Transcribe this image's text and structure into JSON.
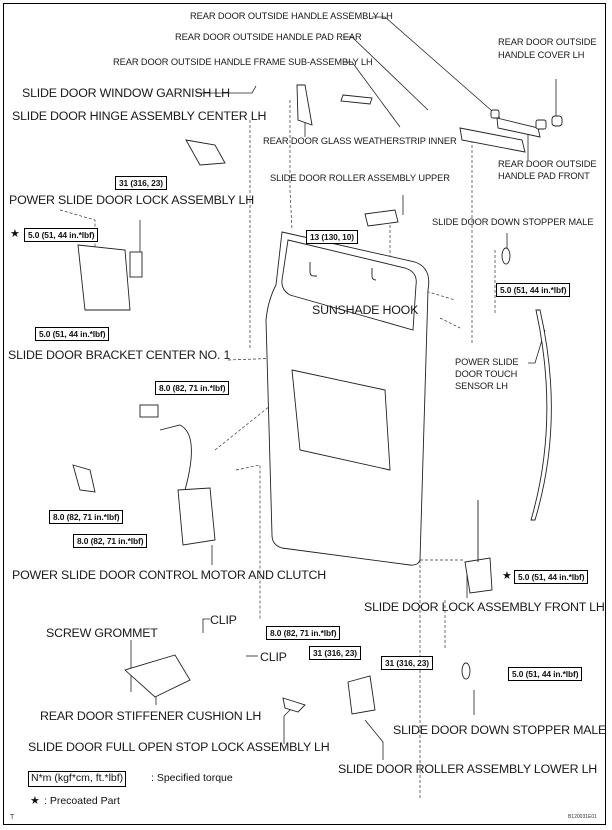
{
  "diagram": {
    "type": "exploded-parts-view",
    "subject": "Slide door (LH) components",
    "figure_id": "B120031E01",
    "corner_mark": "T"
  },
  "parts": {
    "rear_door_outside_handle_assembly": "REAR DOOR OUTSIDE HANDLE ASSEMBLY LH",
    "rear_door_outside_handle_pad_rear": "REAR DOOR OUTSIDE HANDLE PAD REAR",
    "rear_door_outside_handle_frame": "REAR DOOR OUTSIDE HANDLE FRAME SUB-ASSEMBLY LH",
    "rear_door_outside_handle_cover_l1": "REAR DOOR OUTSIDE",
    "rear_door_outside_handle_cover_l2": "HANDLE COVER LH",
    "slide_door_window_garnish": "SLIDE DOOR WINDOW GARNISH LH",
    "slide_door_hinge_center": "SLIDE DOOR HINGE ASSEMBLY CENTER LH",
    "rear_door_glass_weatherstrip": "REAR DOOR GLASS WEATHERSTRIP INNER",
    "rear_door_outside_handle_pad_front_l1": "REAR DOOR OUTSIDE",
    "rear_door_outside_handle_pad_front_l2": "HANDLE PAD FRONT",
    "slide_door_roller_upper": "SLIDE DOOR ROLLER ASSEMBLY UPPER",
    "power_slide_door_lock": "POWER SLIDE DOOR LOCK ASSEMBLY LH",
    "slide_door_down_stopper_male_upper": "SLIDE DOOR DOWN STOPPER MALE",
    "sunshade_hook": "SUNSHADE HOOK",
    "slide_door_bracket_center": "SLIDE DOOR BRACKET CENTER NO. 1",
    "touch_sensor_l1": "POWER SLIDE",
    "touch_sensor_l2": "DOOR TOUCH",
    "touch_sensor_l3": "SENSOR LH",
    "control_motor_clutch": "POWER SLIDE DOOR CONTROL MOTOR AND CLUTCH",
    "slide_door_lock_front": "SLIDE DOOR LOCK ASSEMBLY FRONT LH",
    "clip_1": "CLIP",
    "clip_2": "CLIP",
    "screw_grommet": "SCREW GROMMET",
    "stiffener_cushion": "REAR DOOR STIFFENER CUSHION LH",
    "slide_door_down_stopper_male_lower": "SLIDE DOOR DOWN STOPPER MALE",
    "full_open_stop_lock": "SLIDE DOOR FULL OPEN STOP LOCK ASSEMBLY LH",
    "roller_lower": "SLIDE DOOR ROLLER ASSEMBLY LOWER LH"
  },
  "torques": {
    "hinge_center": "31 (316, 23)",
    "roller_upper": "13 (130, 10)",
    "lock_assembly_top": "5.0 (51, 44 in.*lbf)",
    "lock_assembly_bottom": "5.0 (51, 44 in.*lbf)",
    "down_stopper_upper": "5.0 (51, 44 in.*lbf)",
    "motor_bracket_top": "8.0 (82, 71 in.*lbf)",
    "motor_left_1": "8.0 (82, 71 in.*lbf)",
    "motor_left_2": "8.0 (82, 71 in.*lbf)",
    "lock_front": "5.0 (51, 44 in.*lbf)",
    "full_open_stop": "8.0 (82, 71 in.*lbf)",
    "roller_lower_1": "31 (316, 23)",
    "roller_lower_2": "31 (316, 23)",
    "down_stopper_lower": "5.0 (51, 44 in.*lbf)"
  },
  "precoated_mark": "★",
  "legend": {
    "torque_unit": "N*m (kgf*cm, ft.*lbf)",
    "torque_desc": ": Specified torque",
    "star": "★",
    "star_desc": ": Precoated Part"
  }
}
